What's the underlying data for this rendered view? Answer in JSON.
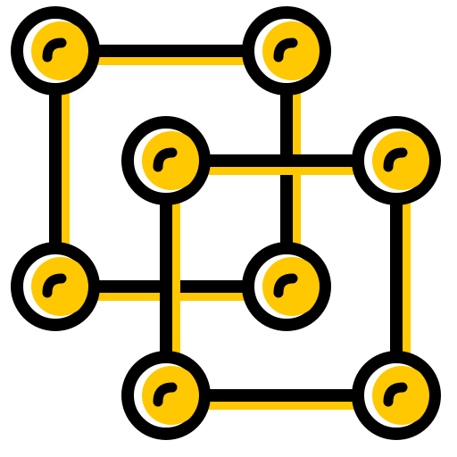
{
  "icon": {
    "name": "network-nodes-icon",
    "colors": {
      "fill": "#FFC800",
      "stroke": "#000000",
      "highlight": "#FFFFFF",
      "shadow": "#FFC800",
      "background": "#FFFFFF"
    },
    "square_a": {
      "nodes": [
        "top-left",
        "top-right",
        "bottom-left",
        "bottom-right"
      ]
    },
    "square_b": {
      "nodes": [
        "top-left",
        "top-right",
        "bottom-left",
        "bottom-right"
      ]
    }
  }
}
